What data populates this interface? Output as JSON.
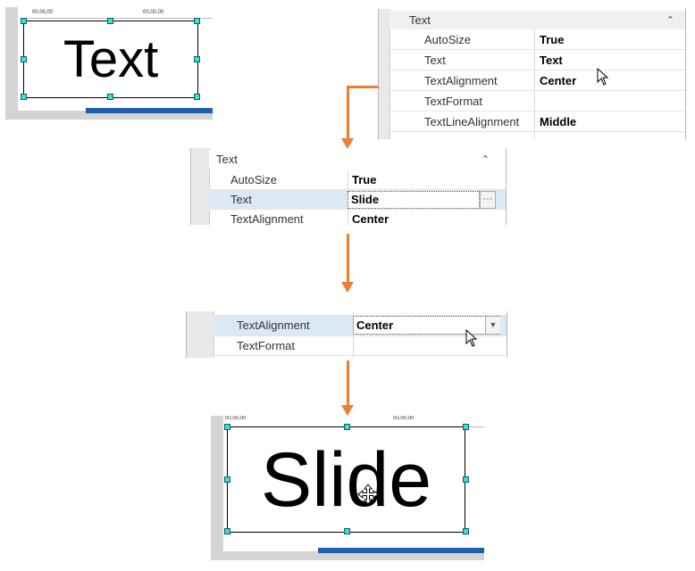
{
  "canvas_top": {
    "ruler_labels": [
      "00,00,00",
      "00,00,00"
    ],
    "text_box_content": "Text"
  },
  "props_top": {
    "category": "Text",
    "rows": [
      {
        "name": "AutoSize",
        "value": "True"
      },
      {
        "name": "Text",
        "value": "Text"
      },
      {
        "name": "TextAlignment",
        "value": "Center"
      },
      {
        "name": "TextFormat",
        "value": ""
      },
      {
        "name": "TextLineAlignment",
        "value": "Middle"
      }
    ]
  },
  "props_mid": {
    "category": "Text",
    "rows": [
      {
        "name": "AutoSize",
        "value": "True"
      },
      {
        "name": "Text",
        "value": "Slide"
      },
      {
        "name": "TextAlignment",
        "value": "Center"
      }
    ],
    "ellipsis_label": "···"
  },
  "props_low": {
    "rows": [
      {
        "name": "TextAlignment",
        "value": "Center"
      },
      {
        "name": "TextFormat",
        "value": ""
      }
    ]
  },
  "canvas_bottom": {
    "ruler_labels": [
      "00,00,00",
      "00,00,00"
    ],
    "text_box_content": "Slide"
  },
  "colors": {
    "arrow": "#ee7c32",
    "handle": "#3fe0d0",
    "selection": "#dde8f5",
    "accent_bar": "#1f5ea8"
  },
  "icons": [
    "chevron-up-icon",
    "ellipsis-icon",
    "dropdown-arrow-icon",
    "mouse-pointer-icon",
    "move-cursor-icon",
    "arrow-down-icon"
  ]
}
